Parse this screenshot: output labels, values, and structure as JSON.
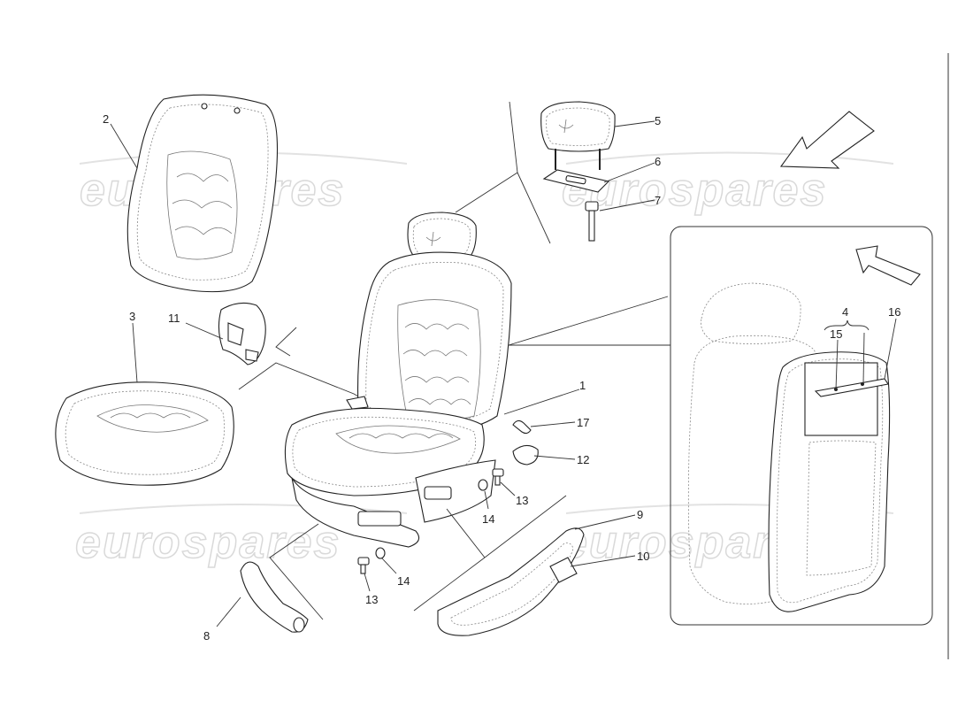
{
  "watermark": {
    "text": "eurospares"
  },
  "callouts": {
    "c1": "1",
    "c2": "2",
    "c3": "3",
    "c4": "4",
    "c5": "5",
    "c6": "6",
    "c7": "7",
    "c8": "8",
    "c9": "9",
    "c10": "10",
    "c11": "11",
    "c12": "12",
    "c13a": "13",
    "c13b": "13",
    "c14a": "14",
    "c14b": "14",
    "c15": "15",
    "c16": "16",
    "c17": "17"
  }
}
